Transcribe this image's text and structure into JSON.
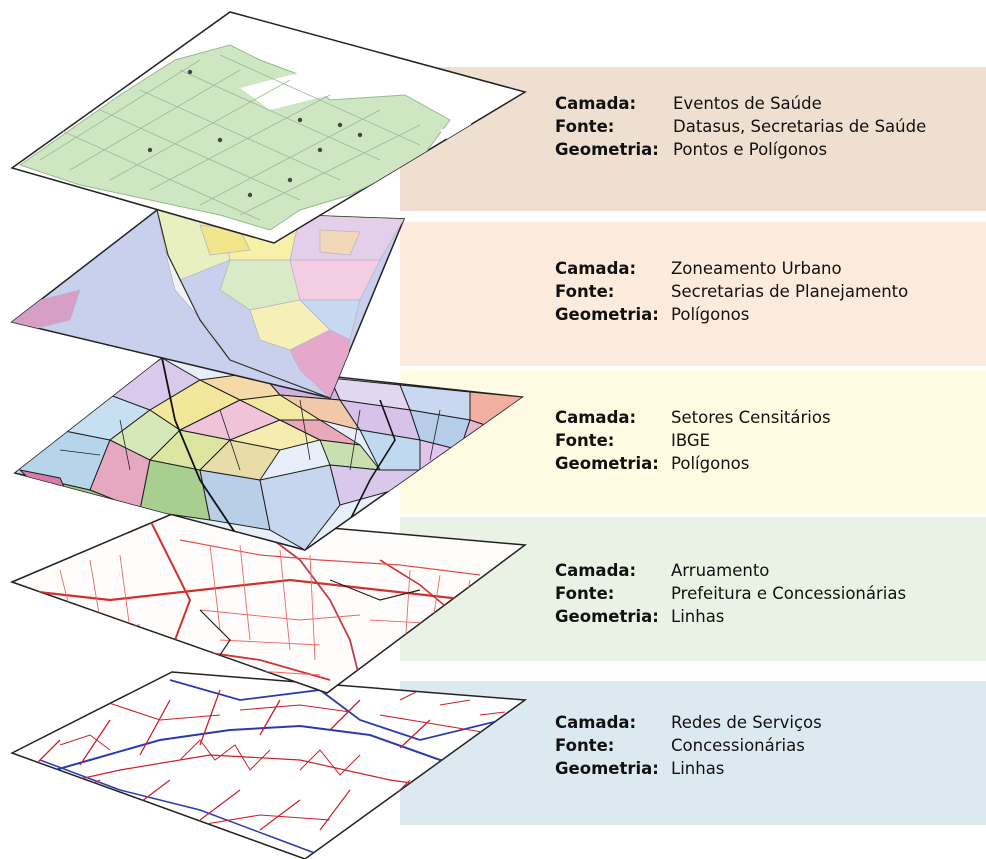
{
  "labels": {
    "layer": "Camada:",
    "source": "Fonte:",
    "geometry": "Geometria:"
  },
  "layers": [
    {
      "name": "Eventos de Saúde",
      "source": "Datasus, Secretarias de Saúde",
      "geometry": "Pontos e Polígonos",
      "band_color": "#eedfd0",
      "map_style": "health-points"
    },
    {
      "name": "Zoneamento Urbano",
      "source": "Secretarias de Planejamento",
      "geometry": "Polígonos",
      "band_color": "#fdebde",
      "map_style": "zoning-polygons"
    },
    {
      "name": "Setores Censitários",
      "source": "IBGE",
      "geometry": "Polígonos",
      "band_color": "#fefbe2",
      "map_style": "census-polygons"
    },
    {
      "name": "Arruamento",
      "source": "Prefeitura e Concessionárias",
      "geometry": "Linhas",
      "band_color": "#e9f2e5",
      "map_style": "street-lines"
    },
    {
      "name": "Redes de Serviços",
      "source": "Concessionárias",
      "geometry": "Linhas",
      "band_color": "#dde9f1",
      "map_style": "service-lines"
    }
  ]
}
